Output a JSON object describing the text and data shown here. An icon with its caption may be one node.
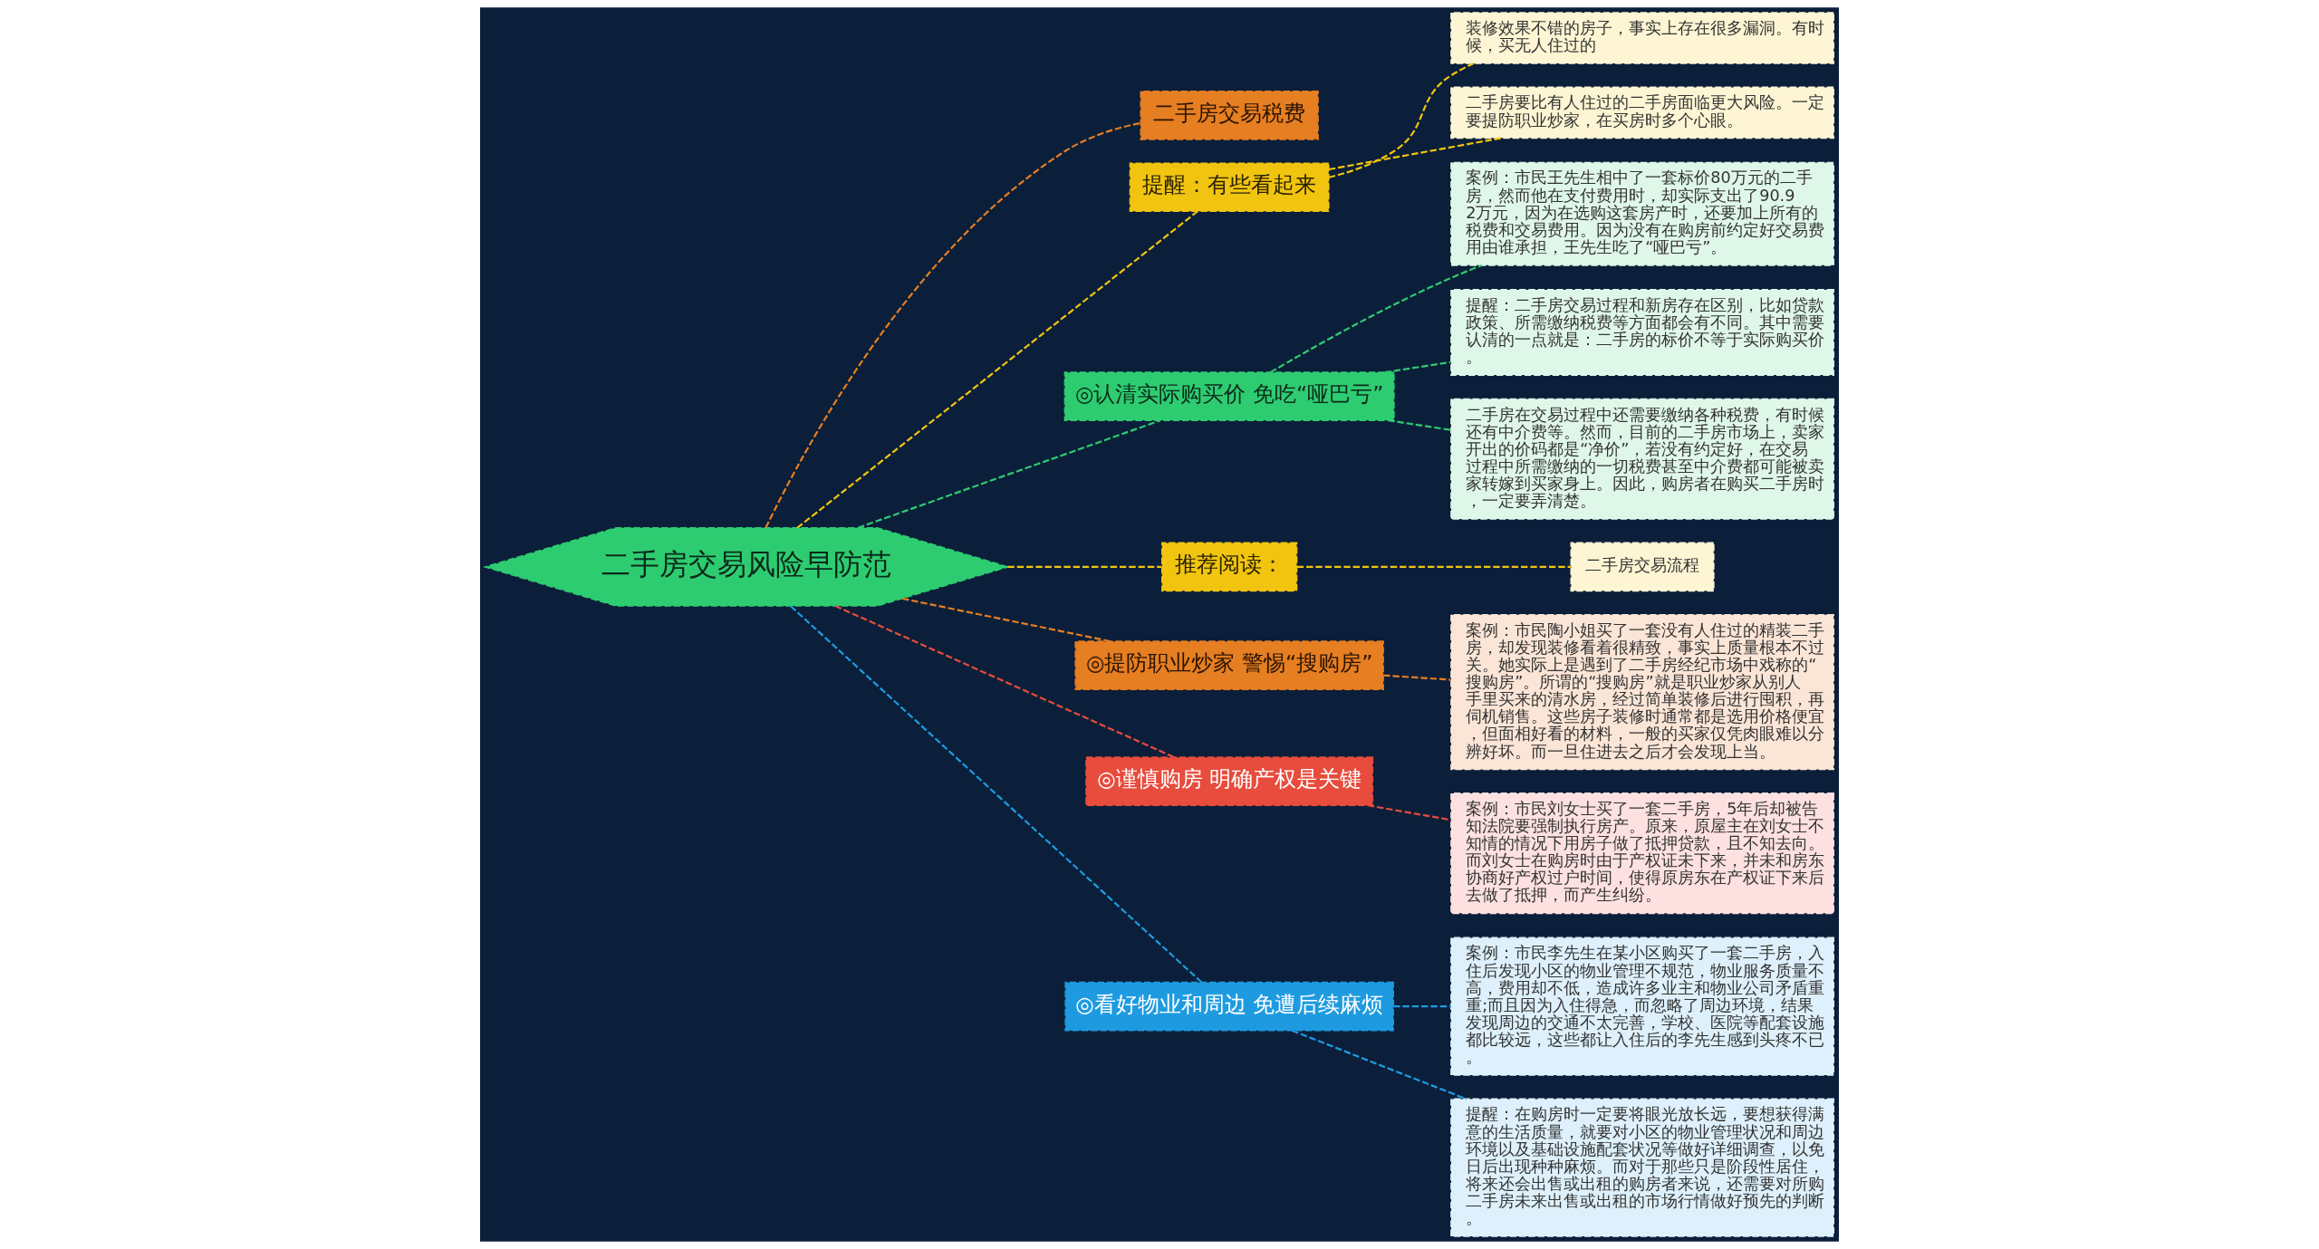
{
  "diagram": {
    "nodes": [
      {
        "text": [
          "二手房交易风险早防范"
        ]
      },
      {
        "text": [
          "二手房交易税费"
        ]
      },
      {
        "text": [
          "提醒：有些看起来"
        ]
      },
      {
        "text": [
          "装修效果不错的房子，事实上存在很多漏洞。有时候，买无人住过的"
        ]
      },
      {
        "text": [
          "二手房要比有人住过的二手房面临更大风险。一定要提防职业炒家，在买房时多个心眼。"
        ]
      },
      {
        "text": [
          "◎认清实际购买价 免吃“哑巴亏”"
        ]
      },
      {
        "text": [
          "案例：市民王先生相中了一套标价80万元的二手房，然而他在支付费用时，却实际支出了90.92万元，因为在选购这套房产时，还要加上所有的税费和交易费用。因为没有在购房前约定好交易费用由谁承担，王先生吃了“哑巴亏”。"
        ]
      },
      {
        "text": [
          "提醒：二手房交易过程和新房存在区别，比如贷款政策、所需缴纳税费等方面都会有不同。其中需要认清的一点就是：二手房的标价不等于实际购买价。"
        ]
      },
      {
        "text": [
          "二手房在交易过程中还需要缴纳各种税费，有时候还有中介费等。然而，目前的二手房市场上，卖家开出的价码都是“净价”，若没有约定好，在交易过程中所需缴纳的一切税费甚至中介费都可能被卖家转嫁到买家身上。因此，购房者在购买二手房时，一定要弄清楚。"
        ]
      },
      {
        "text": [
          "推荐阅读："
        ]
      },
      {
        "text": [
          "二手房交易流程"
        ]
      },
      {
        "text": [
          "◎提防职业炒家 警惕“搜购房”"
        ]
      },
      {
        "text": [
          "案例：市民陶小姐买了一套没有人住过的精装二手房，却发现装修看着很精致，事实上质量根本不过关。她实际上是遇到了二手房经纪市场中戏称的“搜购房”。所谓的“搜购房”就是职业炒家从别人手里买来的清水房，经过简单装修后进行囤积，再伺机销售。这些房子装修时通常都是选用价格便宜，但面相好看的材料，一般的买家仅凭肉眼难以分辨好坏。而一旦住进去之后才会发现上当。"
        ]
      },
      {
        "text": [
          "◎谨慎购房 明确产权是关键"
        ]
      },
      {
        "text": [
          "案例：市民刘女士买了一套二手房，5年后却被告知法院要强制执行房产。原来，原屋主在刘女士不知情的情况下用房子做了抵押贷款，且不知去向。而刘女士在购房时由于产权证未下来，并未和房东协商好产权过户时间，使得原房东在产权证下来后去做了抵押，而产生纠纷。"
        ]
      },
      {
        "text": [
          "◎看好物业和周边 免遭后续麻烦"
        ]
      },
      {
        "text": [
          "案例：市民李先生在某小区购买了一套二手房，入住后发现小区的物业管理不规范，物业服务质量不高，费用却不低，造成许多业主和物业公司矛盾重重;而且因为入住得急，而忽略了周边环境，结果发现周边的交通不太完善，学校、医院等配套设施都比较远，这些都让入住后的李先生感到头疼不已。"
        ]
      },
      {
        "text": [
          "提醒：在购房时一定要将眼光放长远，要想获得满意的生活质量，就要对小区的物业管理状况和周边环境以及基础设施配套状况等做好详细调查，以免日后出现种种麻烦。而对于那些只是阶段性居住，将来还会出售或出租的购房者来说，还需要对所购二手房未来出售或出租的市场行情做好预先的判断。"
        ]
      }
    ],
    "edges": [
      {
        "from": 0,
        "to": 1,
        "arrow": "none",
        "style": "dashed",
        "color": "#e67e22"
      },
      {
        "from": 0,
        "to": 2,
        "arrow": "none",
        "style": "dashed",
        "color": "#f1c40f"
      },
      {
        "from": 2,
        "to": 3,
        "arrow": "none",
        "style": "dashed",
        "color": "#f1c40f"
      },
      {
        "from": 2,
        "to": 4,
        "arrow": "none",
        "style": "dashed",
        "color": "#f1c40f"
      },
      {
        "from": 0,
        "to": 5,
        "arrow": "none",
        "style": "dashed",
        "color": "#2ecc71"
      },
      {
        "from": 5,
        "to": 6,
        "arrow": "none",
        "style": "dashed",
        "color": "#2ecc71"
      },
      {
        "from": 5,
        "to": 7,
        "arrow": "none",
        "style": "dashed",
        "color": "#2ecc71"
      },
      {
        "from": 5,
        "to": 8,
        "arrow": "none",
        "style": "dashed",
        "color": "#2ecc71"
      },
      {
        "from": 0,
        "to": 9,
        "arrow": "none",
        "style": "dashed",
        "color": "#f1c40f"
      },
      {
        "from": 9,
        "to": 10,
        "arrow": "none",
        "style": "dashed",
        "color": "#f1c40f"
      },
      {
        "from": 0,
        "to": 11,
        "arrow": "none",
        "style": "dashed",
        "color": "#e67e22"
      },
      {
        "from": 11,
        "to": 12,
        "arrow": "none",
        "style": "dashed",
        "color": "#e67e22"
      },
      {
        "from": 0,
        "to": 13,
        "arrow": "none",
        "style": "dashed",
        "color": "#e74c3c"
      },
      {
        "from": 13,
        "to": 14,
        "arrow": "none",
        "style": "dashed",
        "color": "#e74c3c"
      },
      {
        "from": 0,
        "to": 15,
        "arrow": "none",
        "style": "dashed",
        "color": "#1e9be0"
      },
      {
        "from": 15,
        "to": 16,
        "arrow": "none",
        "style": "dashed",
        "color": "#1e9be0"
      },
      {
        "from": 15,
        "to": 17,
        "arrow": "none",
        "style": "dashed",
        "color": "#1e9be0"
      }
    ]
  }
}
